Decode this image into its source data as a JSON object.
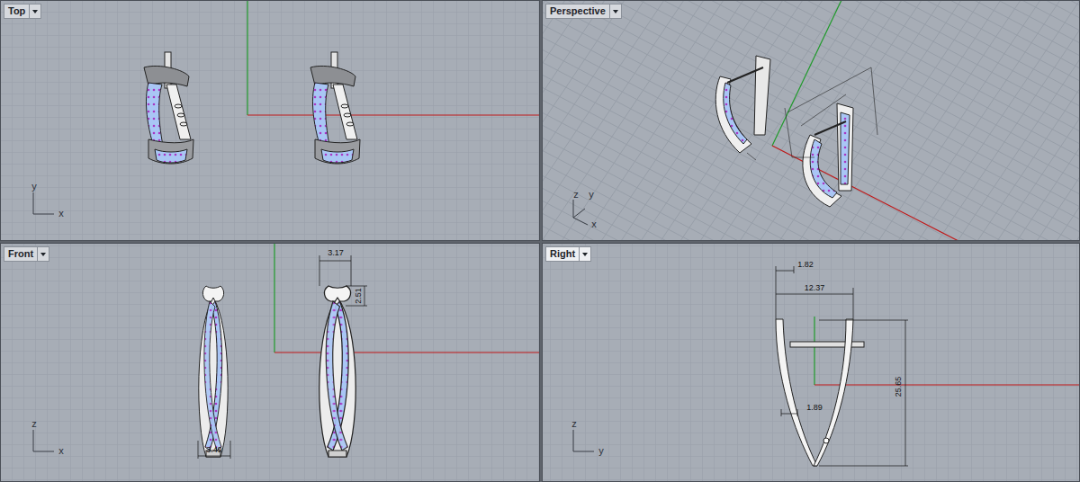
{
  "diagram": {
    "nodes": [
      {
        "text": [
          "Top"
        ]
      },
      {
        "text": [
          "Perspective"
        ]
      },
      {
        "text": [
          "Front"
        ]
      },
      {
        "text": [
          "Right"
        ]
      }
    ],
    "labels": [
      "3.17",
      "2.51",
      "3.49",
      "1.82",
      "12.37",
      "1.89",
      "25.65",
      "y",
      "x",
      "z",
      "y",
      "x",
      "z",
      "x",
      "z",
      "y"
    ]
  }
}
